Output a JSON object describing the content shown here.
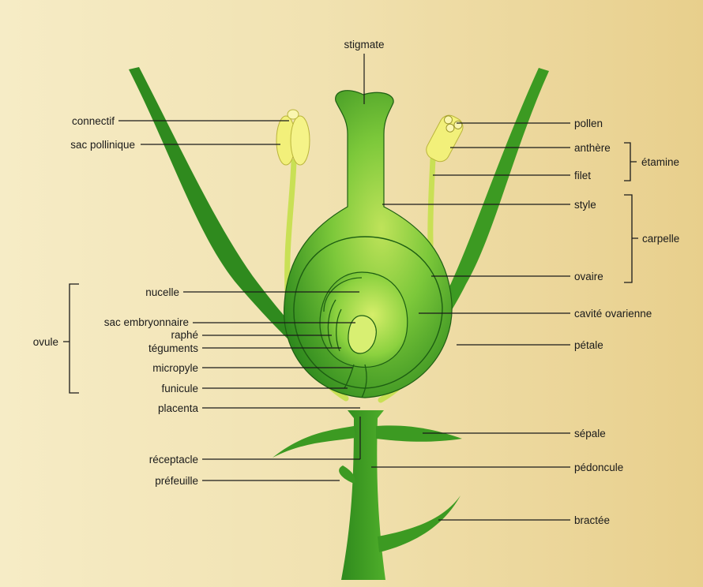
{
  "labels": {
    "stigmate": "stigmate",
    "connectif": "connectif",
    "sac_pollinique": "sac pollinique",
    "pollen": "pollen",
    "anthere": "anthère",
    "filet": "filet",
    "etamine": "étamine",
    "style": "style",
    "carpelle": "carpelle",
    "ovaire": "ovaire",
    "nucelle": "nucelle",
    "cavite_ovarienne": "cavité ovarienne",
    "sac_embryonnaire": "sac embryonnaire",
    "raphe": "raphé",
    "teguments": "téguments",
    "petale": "pétale",
    "micropyle": "micropyle",
    "funicule": "funicule",
    "ovule": "ovule",
    "placenta": "placenta",
    "sepale": "sépale",
    "receptacle": "réceptacle",
    "pedoncule": "pédoncule",
    "prefeuille": "préfeuille",
    "bractee": "bractée"
  },
  "colors": {
    "background_left": "#f6ecc6",
    "background_right": "#e8cf8c",
    "tissue_dark": "#2f8a1e",
    "tissue_mid": "#4fae2b",
    "tissue_light": "#a8d84a",
    "stamen_yellow": "#f2f07a",
    "outline": "#1d5e12",
    "text": "#1a1a1a"
  }
}
